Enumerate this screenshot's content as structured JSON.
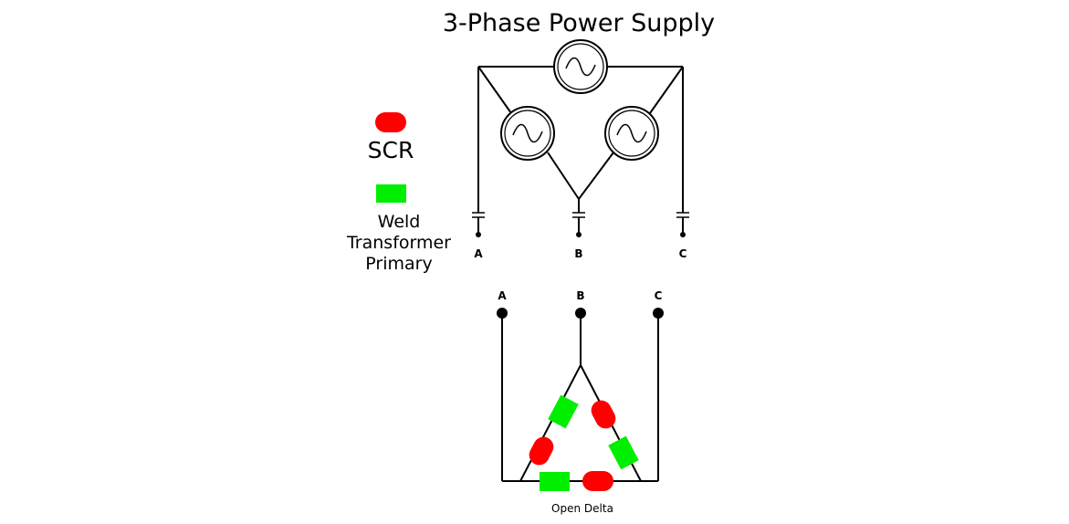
{
  "title": "3-Phase Power Supply",
  "legend": {
    "scr_label": "SCR",
    "weld_line1": "Weld",
    "weld_line2": "Transformer",
    "weld_line3": "Primary"
  },
  "terminals": [
    "A",
    "B",
    "C"
  ],
  "caption": "Open Delta",
  "colors": {
    "scr": "#ff0000",
    "weld_transformer": "#00ee00",
    "wire": "#000000"
  }
}
